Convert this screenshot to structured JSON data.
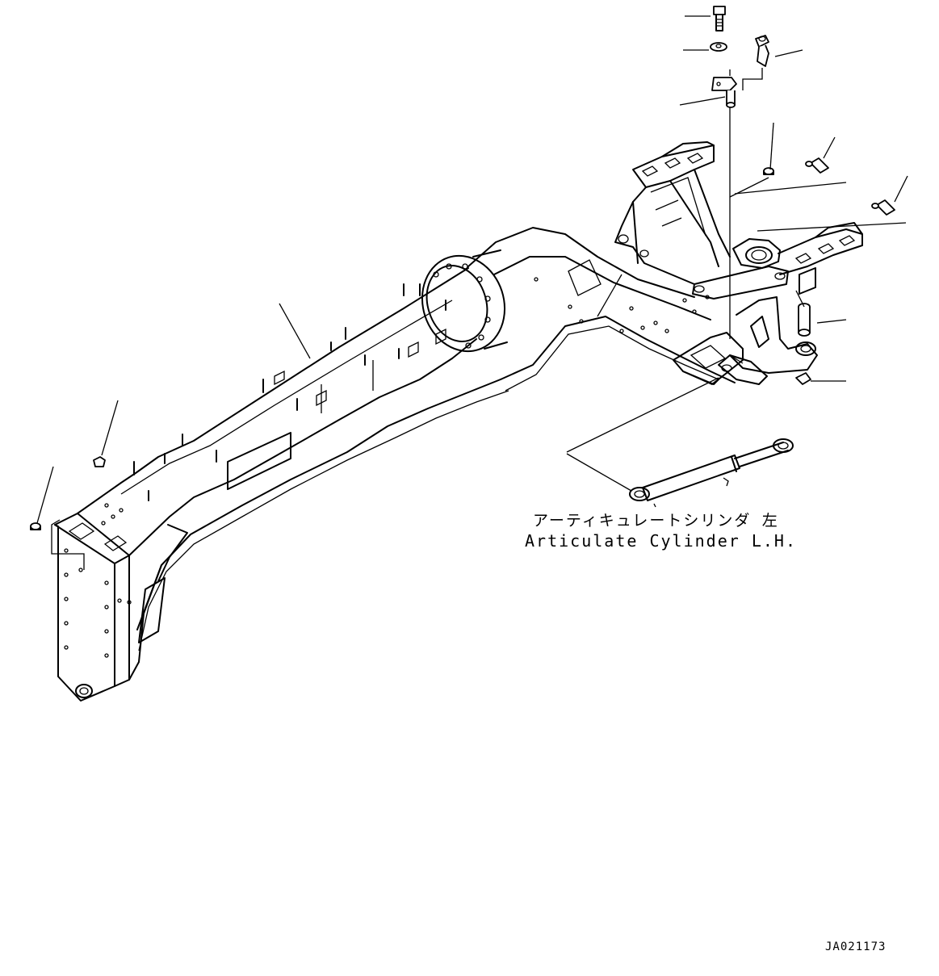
{
  "caption": {
    "japanese": "アーティキュレートシリンダ 左",
    "english": "Articulate Cylinder L.H."
  },
  "drawing_code": "JA021173"
}
